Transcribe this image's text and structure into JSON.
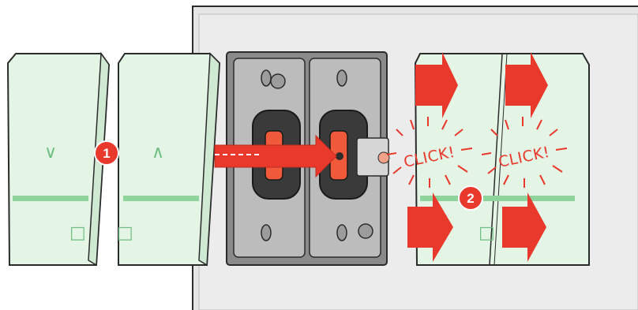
{
  "steps": [
    {
      "number": "1"
    },
    {
      "number": "2"
    }
  ],
  "click_labels": [
    "CLICK!",
    "CLICK!"
  ],
  "rocker_symbols": {
    "down": "∨",
    "up": "∧",
    "indicator": "□"
  },
  "colors": {
    "panel_green": "#e4f5e6",
    "panel_edge": "#cfe9d3",
    "indicator_bar": "#8fd49d",
    "accent_red": "#e8392c",
    "frame_gray": "#e4e4e4",
    "mechanism_gray": "#9a9a9a",
    "actuator_orange": "#f05a3a"
  }
}
